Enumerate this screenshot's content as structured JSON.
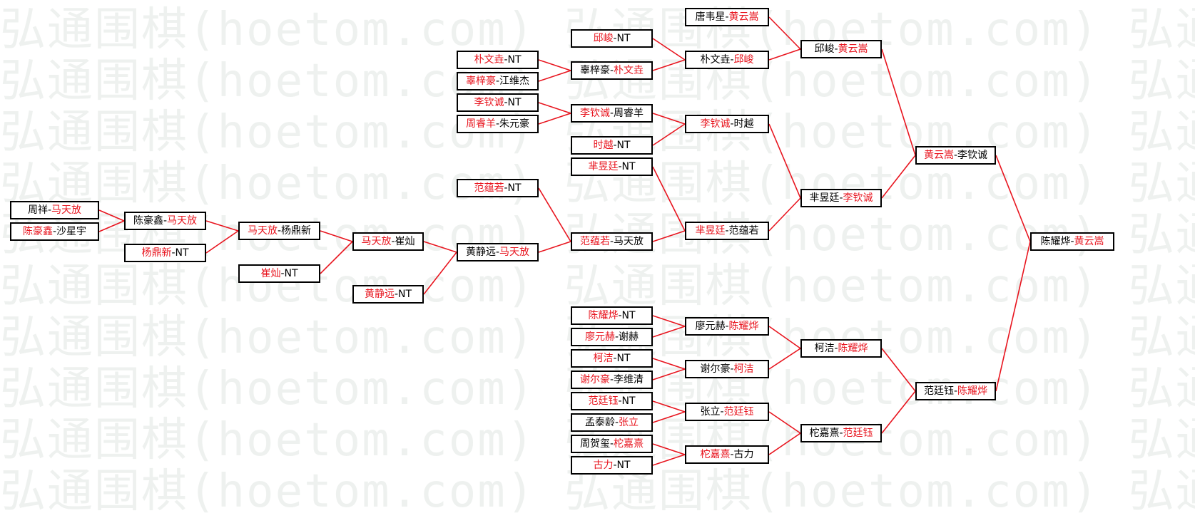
{
  "watermark_text": "弘通围棋(hoetom.com)",
  "colors": {
    "winner": "#e8141e",
    "line": "#e8141e",
    "box": "#000000",
    "text": "#000000"
  },
  "nodes": [
    {
      "id": "r1a",
      "p1": "周祥",
      "p2": "马天放",
      "winner": 2
    },
    {
      "id": "r1b",
      "p1": "陈豪鑫",
      "p2": "沙星宇",
      "winner": 1
    },
    {
      "id": "r2a",
      "p1": "陈豪鑫",
      "p2": "马天放",
      "winner": 2
    },
    {
      "id": "r2b",
      "p1": "杨鼎新",
      "p2": "NT",
      "winner": 1
    },
    {
      "id": "r3a",
      "p1": "马天放",
      "p2": "杨鼎新",
      "winner": 1
    },
    {
      "id": "r3b",
      "p1": "崔灿",
      "p2": "NT",
      "winner": 1
    },
    {
      "id": "r4a",
      "p1": "马天放",
      "p2": "崔灿",
      "winner": 1
    },
    {
      "id": "r4b",
      "p1": "黄静远",
      "p2": "NT",
      "winner": 1
    },
    {
      "id": "r5a",
      "p1": "黄静远",
      "p2": "马天放",
      "winner": 2
    },
    {
      "id": "t1",
      "p1": "朴文垚",
      "p2": "NT",
      "winner": 1
    },
    {
      "id": "t2",
      "p1": "辜梓豪",
      "p2": "江维杰",
      "winner": 1
    },
    {
      "id": "t3",
      "p1": "李钦诚",
      "p2": "NT",
      "winner": 1
    },
    {
      "id": "t4",
      "p1": "周睿羊",
      "p2": "朱元豪",
      "winner": 1
    },
    {
      "id": "t5",
      "p1": "范蕴若",
      "p2": "NT",
      "winner": 1
    },
    {
      "id": "u1",
      "p1": "邱峻",
      "p2": "NT",
      "winner": 1
    },
    {
      "id": "u2",
      "p1": "辜梓豪",
      "p2": "朴文垚",
      "winner": 2
    },
    {
      "id": "u3",
      "p1": "李钦诚",
      "p2": "周睿羊",
      "winner": 1
    },
    {
      "id": "u4",
      "p1": "时越",
      "p2": "NT",
      "winner": 1
    },
    {
      "id": "u5",
      "p1": "芈昱廷",
      "p2": "NT",
      "winner": 1
    },
    {
      "id": "u6",
      "p1": "范蕴若",
      "p2": "马天放",
      "winner": 1
    },
    {
      "id": "u7",
      "p1": "陈耀烨",
      "p2": "NT",
      "winner": 1
    },
    {
      "id": "u8",
      "p1": "廖元赫",
      "p2": "谢赫",
      "winner": 1
    },
    {
      "id": "u9",
      "p1": "柯洁",
      "p2": "NT",
      "winner": 1
    },
    {
      "id": "u10",
      "p1": "谢尔豪",
      "p2": "李维清",
      "winner": 1
    },
    {
      "id": "u11",
      "p1": "范廷钰",
      "p2": "NT",
      "winner": 1
    },
    {
      "id": "u12",
      "p1": "孟泰龄",
      "p2": "张立",
      "winner": 2
    },
    {
      "id": "u13",
      "p1": "周贺玺",
      "p2": "柁嘉熹",
      "winner": 2
    },
    {
      "id": "u14",
      "p1": "古力",
      "p2": "NT",
      "winner": 1
    },
    {
      "id": "v1",
      "p1": "唐韦星",
      "p2": "黄云嵩",
      "winner": 2
    },
    {
      "id": "v2",
      "p1": "朴文垚",
      "p2": "邱峻",
      "winner": 2
    },
    {
      "id": "v3",
      "p1": "李钦诚",
      "p2": "时越",
      "winner": 1
    },
    {
      "id": "v4",
      "p1": "芈昱廷",
      "p2": "范蕴若",
      "winner": 1
    },
    {
      "id": "v5",
      "p1": "廖元赫",
      "p2": "陈耀烨",
      "winner": 2
    },
    {
      "id": "v6",
      "p1": "谢尔豪",
      "p2": "柯洁",
      "winner": 2
    },
    {
      "id": "v7",
      "p1": "张立",
      "p2": "范廷钰",
      "winner": 2
    },
    {
      "id": "v8",
      "p1": "柁嘉熹",
      "p2": "古力",
      "winner": 1
    },
    {
      "id": "w1",
      "p1": "邱峻",
      "p2": "黄云嵩",
      "winner": 2
    },
    {
      "id": "w2",
      "p1": "芈昱廷",
      "p2": "李钦诚",
      "winner": 2
    },
    {
      "id": "w3",
      "p1": "柯洁",
      "p2": "陈耀烨",
      "winner": 2
    },
    {
      "id": "w4",
      "p1": "柁嘉熹",
      "p2": "范廷钰",
      "winner": 2
    },
    {
      "id": "x1",
      "p1": "黄云嵩",
      "p2": "李钦诚",
      "winner": 1
    },
    {
      "id": "x2",
      "p1": "范廷钰",
      "p2": "陈耀烨",
      "winner": 2
    },
    {
      "id": "final",
      "p1": "陈耀烨",
      "p2": "黄云嵩",
      "winner": 2
    }
  ]
}
